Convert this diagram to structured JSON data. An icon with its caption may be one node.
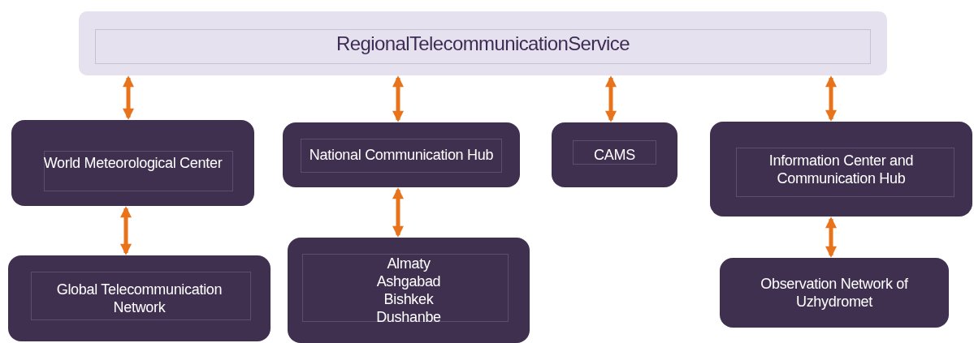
{
  "diagram": {
    "nodes": [
      {
        "text": [
          "RegionalTelecommunicationService"
        ]
      },
      {
        "text": [
          "World Meteorological Center"
        ]
      },
      {
        "text": [
          "National Communication Hub"
        ]
      },
      {
        "text": [
          "CAMS"
        ]
      },
      {
        "text": [
          "Information Center and Communication Hub"
        ]
      },
      {
        "text": [
          "Global Telecommunication Network"
        ]
      },
      {
        "text": [
          "Almaty",
          "Ashgabad",
          "Bishkek",
          "Dushanbe"
        ]
      },
      {
        "text": [
          "Observation Network of Uzhydromet"
        ]
      }
    ],
    "edges": [
      {
        "from": 0,
        "to": 1,
        "arrow": "both"
      },
      {
        "from": 0,
        "to": 2,
        "arrow": "both"
      },
      {
        "from": 0,
        "to": 3,
        "arrow": "both"
      },
      {
        "from": 0,
        "to": 4,
        "arrow": "both"
      },
      {
        "from": 1,
        "to": 5,
        "arrow": "both"
      },
      {
        "from": 2,
        "to": 6,
        "arrow": "both"
      },
      {
        "from": 4,
        "to": 7,
        "arrow": "both"
      }
    ]
  }
}
